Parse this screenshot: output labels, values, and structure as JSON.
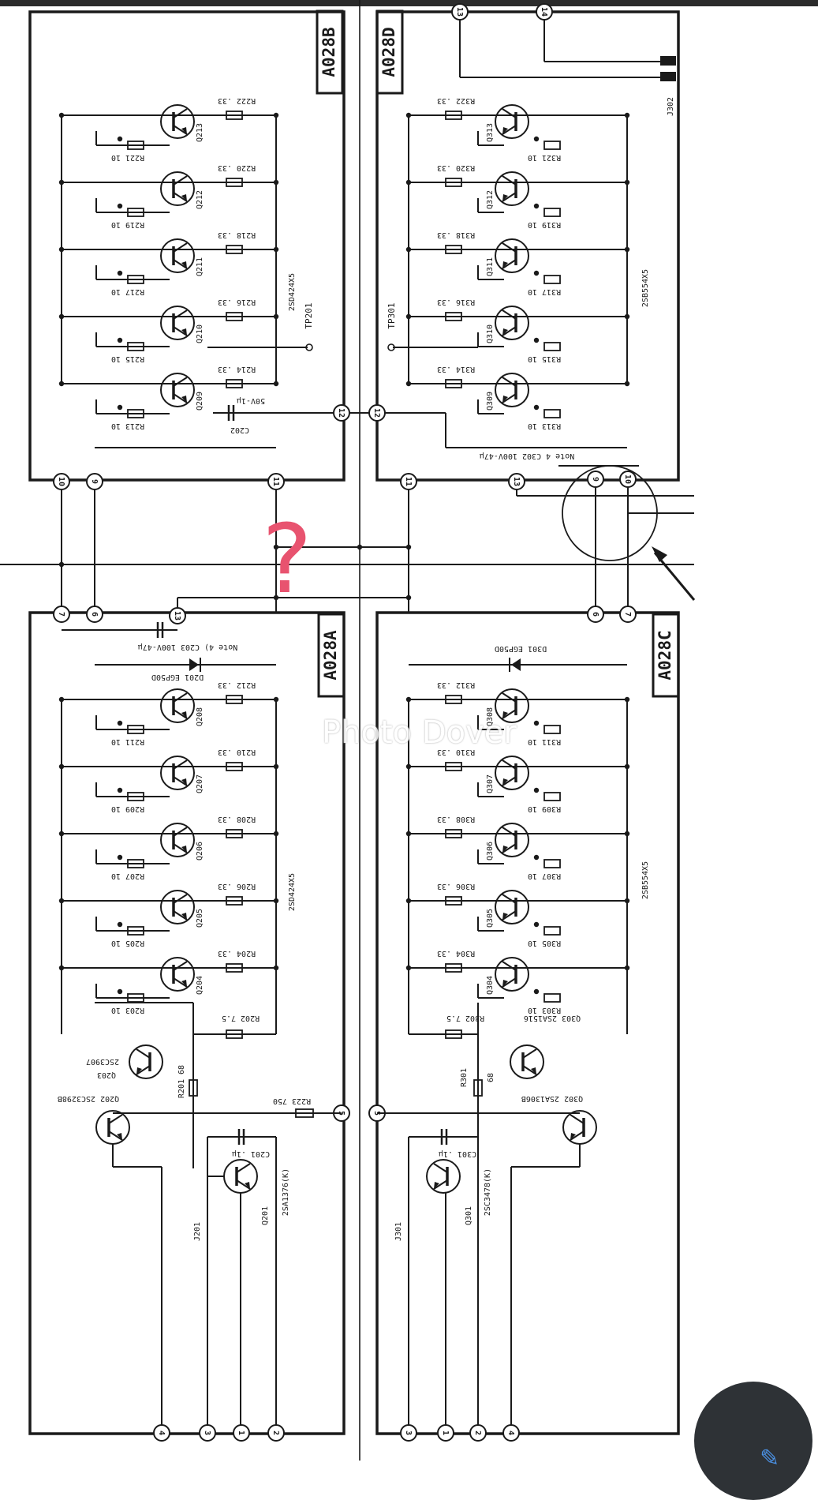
{
  "boards": {
    "b": {
      "label": "A028B",
      "bank": "2SD424X5",
      "tp": "TP201",
      "cap": "C202",
      "cap_val": "50V-1µ",
      "rows": [
        {
          "q": "Q213",
          "rb": "R221",
          "rbv": "10",
          "re": "R222",
          "rev": ".33"
        },
        {
          "q": "Q212",
          "rb": "R219",
          "rbv": "10",
          "re": "R220",
          "rev": ".33"
        },
        {
          "q": "Q211",
          "rb": "R217",
          "rbv": "10",
          "re": "R218",
          "rev": ".33"
        },
        {
          "q": "Q210",
          "rb": "R215",
          "rbv": "10",
          "re": "R216",
          "rev": ".33"
        },
        {
          "q": "Q209",
          "rb": "R213",
          "rbv": "10",
          "re": "R214",
          "rev": ".33"
        }
      ]
    },
    "d": {
      "label": "A028D",
      "bank": "2SB554X5",
      "tp": "TP301",
      "cap": "Note 4  C302  100V-47µ",
      "jack": "J302",
      "rows": [
        {
          "q": "Q313",
          "rb": "R321",
          "rbv": "10",
          "re": "R322",
          "rev": ".33"
        },
        {
          "q": "Q312",
          "rb": "R319",
          "rbv": "10",
          "re": "R320",
          "rev": ".33"
        },
        {
          "q": "Q311",
          "rb": "R317",
          "rbv": "10",
          "re": "R318",
          "rev": ".33"
        },
        {
          "q": "Q310",
          "rb": "R315",
          "rbv": "10",
          "re": "R316",
          "rev": ".33"
        },
        {
          "q": "Q309",
          "rb": "R313",
          "rbv": "10",
          "re": "R314",
          "rev": ".33"
        }
      ]
    },
    "a": {
      "label": "A028A",
      "bank": "2SD424X5",
      "cap": "Note 4) C203  100V-47µ",
      "diode": "D201  EGP50D",
      "rows": [
        {
          "q": "Q208",
          "rb": "R211",
          "rbv": "10",
          "re": "R212",
          "rev": ".33"
        },
        {
          "q": "Q207",
          "rb": "R209",
          "rbv": "10",
          "re": "R210",
          "rev": ".33"
        },
        {
          "q": "Q206",
          "rb": "R207",
          "rbv": "10",
          "re": "R208",
          "rev": ".33"
        },
        {
          "q": "Q205",
          "rb": "R205",
          "rbv": "10",
          "re": "R206",
          "rev": ".33"
        },
        {
          "q": "Q204",
          "rb": "R203",
          "rbv": "10",
          "re": "R204",
          "rev": ".33"
        }
      ],
      "driver": {
        "r202": "R202  7.5",
        "q203": "Q203",
        "q203_type": "2SC3907",
        "r201": "R201  68",
        "q202": "Q202 2SC3298B",
        "r223": "R223  750",
        "c201": "C201  .1µ",
        "j201": "J201",
        "q201": "Q201",
        "q201_type": "2SA1376(K)"
      }
    },
    "c": {
      "label": "A028C",
      "bank": "2SB554X5",
      "diode": "D301  EGP50D",
      "rows": [
        {
          "q": "Q308",
          "rb": "R311",
          "rbv": "10",
          "re": "R312",
          "rev": ".33"
        },
        {
          "q": "Q307",
          "rb": "R309",
          "rbv": "10",
          "re": "R310",
          "rev": ".33"
        },
        {
          "q": "Q306",
          "rb": "R307",
          "rbv": "10",
          "re": "R308",
          "rev": ".33"
        },
        {
          "q": "Q305",
          "rb": "R305",
          "rbv": "10",
          "re": "R306",
          "rev": ".33"
        },
        {
          "q": "Q304",
          "rb": "R303",
          "rbv": "10",
          "re": "R304",
          "rev": ".33"
        }
      ],
      "driver": {
        "r302": "R302  7.5",
        "q303": "Q303 2SA1516",
        "r301": "R301",
        "r301v": "68",
        "q302": "Q302 2SA1306B",
        "c301": "C301  .1µ",
        "j301": "J301",
        "q301": "Q301",
        "q301_type": "2SC3478(K)"
      }
    }
  },
  "nodes": {
    "b": [
      "10",
      "9",
      "11",
      "12"
    ],
    "d": [
      "13",
      "14",
      "12",
      "11",
      "13",
      "9",
      "10"
    ],
    "a": [
      "7",
      "6",
      "13",
      "5",
      "4",
      "3",
      "1",
      "2"
    ],
    "c": [
      "6",
      "7",
      "5",
      "4",
      "3",
      "1",
      "2"
    ]
  },
  "overlay": {
    "question": "?",
    "watermark": "Photo  Dover"
  },
  "colors": {
    "ink": "#1a1a1a",
    "question": "#e8536f",
    "fab": "#2e3236",
    "fab_icon": "#4a90e2"
  },
  "icons": {
    "fab": "pencil-edit-icon"
  }
}
